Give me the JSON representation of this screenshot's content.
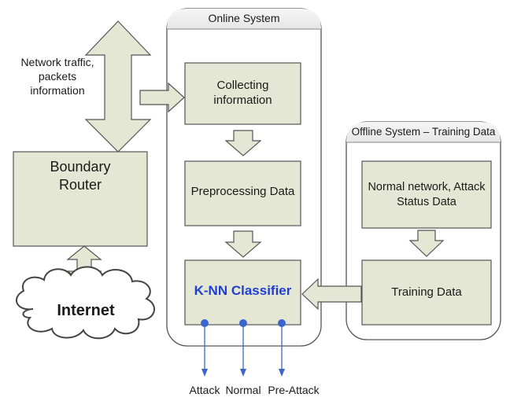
{
  "online_system": {
    "title": "Online System"
  },
  "offline_system": {
    "title": "Offline System – Training Data"
  },
  "network_traffic": {
    "label": "Network traffic,\npackets\ninformation"
  },
  "boundary_router": {
    "label": "Boundary\nRouter"
  },
  "internet": {
    "label": "Internet"
  },
  "collecting": {
    "label": "Collecting\ninformation"
  },
  "preprocessing": {
    "label": "Preprocessing Data"
  },
  "knn": {
    "label": "K-NN Classifier"
  },
  "normal_attack": {
    "label": "Normal network, Attack\nStatus Data"
  },
  "training": {
    "label": "Training Data"
  },
  "outputs": {
    "attack": "Attack",
    "normal": "Normal",
    "pre_attack": "Pre-Attack"
  },
  "colors": {
    "box_fill": "#e4e7d4",
    "arrow_fill": "#e4e7d4",
    "outline": "#555555",
    "knn_text": "#1f3fd0",
    "output_arrow": "#3a66c9"
  }
}
